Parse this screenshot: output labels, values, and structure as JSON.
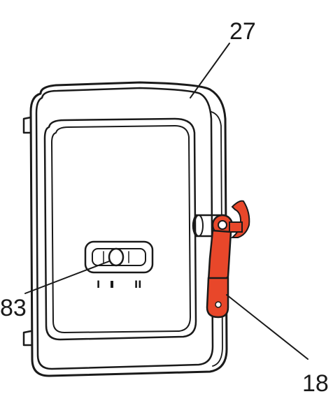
{
  "callouts": [
    {
      "id": "door",
      "label": "27"
    },
    {
      "id": "switch",
      "label": "83"
    },
    {
      "id": "latch",
      "label": "18"
    }
  ],
  "switch_markings": [
    "I",
    "II"
  ],
  "colors": {
    "ink": "#1a1a1a",
    "latch": "#e8472a",
    "latch_dark": "#8a1f0e",
    "paper": "#ffffff"
  }
}
